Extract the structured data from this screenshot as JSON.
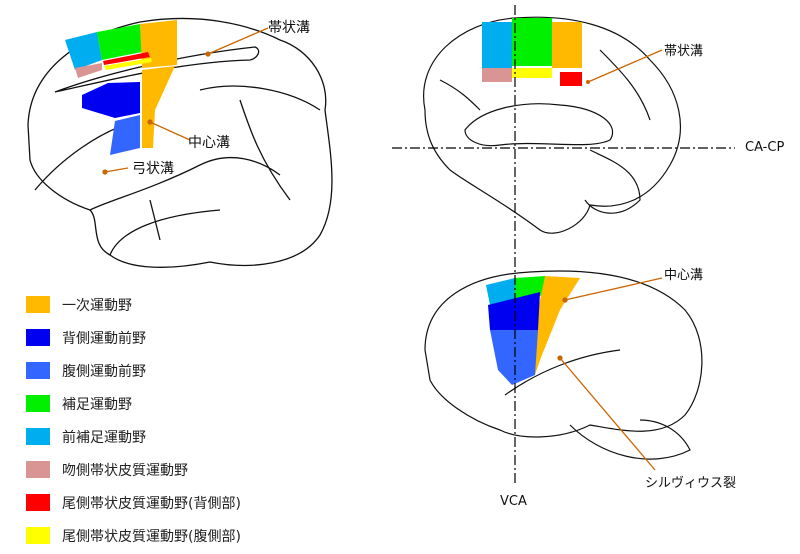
{
  "labels": {
    "monkey_cingulate": "帯状溝",
    "monkey_central": "中心溝",
    "monkey_arcuate": "弓状溝",
    "human_medial_cingulate": "帯状溝",
    "ca_cp": "CA-CP",
    "human_lateral_central": "中心溝",
    "sylvian": "シルヴィウス裂",
    "vca": "VCA"
  },
  "legend": [
    {
      "label": "一次運動野",
      "color": "#FFB900"
    },
    {
      "label": "背側運動前野",
      "color": "#0000F0"
    },
    {
      "label": "腹側運動前野",
      "color": "#3366FF"
    },
    {
      "label": "補足運動野",
      "color": "#00F000"
    },
    {
      "label": "前補足運動野",
      "color": "#00AEEF"
    },
    {
      "label": "吻側帯状皮質運動野",
      "color": "#D99594"
    },
    {
      "label": "尾側帯状皮質運動野(背側部)",
      "color": "#FF0000"
    },
    {
      "label": "尾側帯状皮質運動野(腹側部)",
      "color": "#FFFF00"
    }
  ],
  "leader_color": "#CC6600"
}
